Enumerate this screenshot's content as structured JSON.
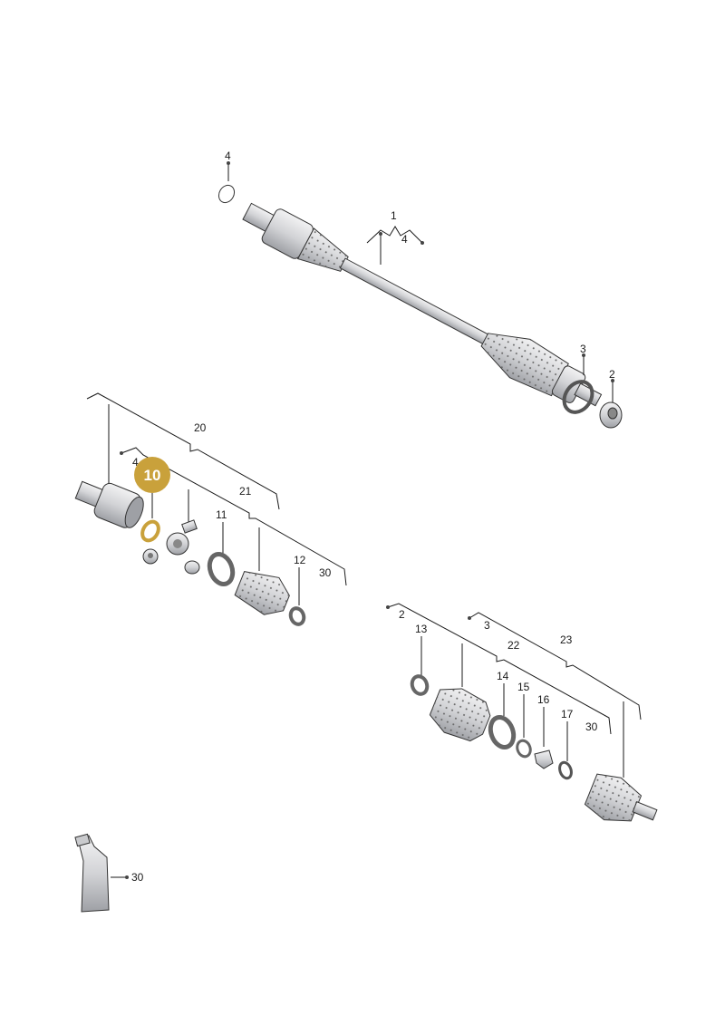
{
  "callouts": {
    "shaft_top_4": "4",
    "shaft_1": "1",
    "shaft_1_sub4": "4",
    "ring_3": "3",
    "nut_2": "2",
    "kit_20": "20",
    "kit_4": "4",
    "highlight_10": "10",
    "kit_21": "21",
    "clamp_11": "11",
    "clamp_12": "12",
    "kit_30a": "30",
    "outer_2": "2",
    "outer_3": "3",
    "clamp_13": "13",
    "kit_22": "22",
    "kit_23": "23",
    "clamp_14": "14",
    "ring_15": "15",
    "part_16": "16",
    "circlip_17": "17",
    "kit_30b": "30",
    "grease_30": "30"
  },
  "colors": {
    "highlight": "#C9A13B",
    "metal": "#dcdde0",
    "metal_dark": "#a9abb0",
    "line": "#1a1a1a"
  }
}
